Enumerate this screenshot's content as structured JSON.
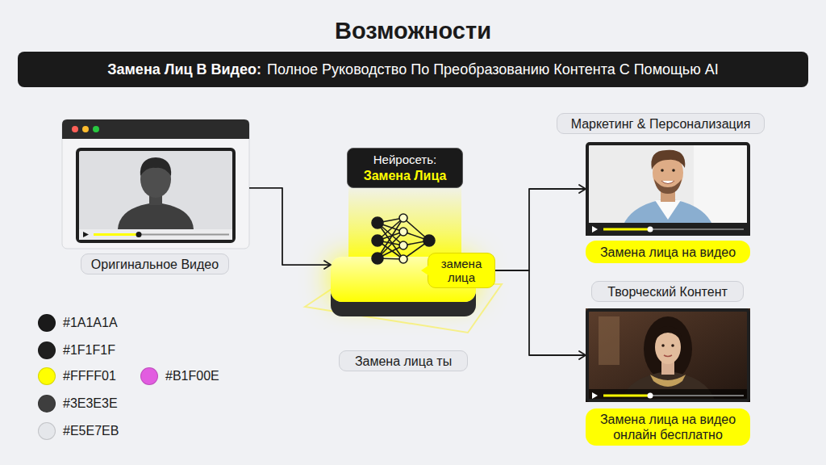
{
  "diagram": {
    "title": "Возможности",
    "nodes": [
      {
        "text": [
          "Замена Лиц В Видео:",
          "Полное Руководство По Преобразованию Контента С Помощью AI"
        ]
      },
      {
        "text": [
          "Оригинальное Видео"
        ]
      },
      {
        "text": [
          "Нейросеть:",
          "Замена Лица"
        ]
      },
      {
        "text": [
          "Замена лица ты"
        ]
      },
      {
        "text": [
          "замена лица"
        ]
      },
      {
        "text": [
          "Маркетинг & Персонализация",
          "Замена лица на видео"
        ]
      },
      {
        "text": [
          "Творческий Контент",
          "Замена лица на видео онлайн бесплатно"
        ]
      }
    ],
    "edges": [
      {
        "from": 1,
        "to": 3,
        "arrow": "to"
      },
      {
        "from": 4,
        "to": 5,
        "arrow": "to"
      },
      {
        "from": 4,
        "to": 6,
        "arrow": "to"
      }
    ],
    "legend": [
      {
        "text": "#1A1A1A",
        "color": "#1A1A1A"
      },
      {
        "text": "#1F1F1F",
        "color": "#1F1F1F"
      },
      {
        "text": "#FFFF01",
        "color": "#FFFF01"
      },
      {
        "text": "#B1F00E",
        "color": "#E25CE0"
      },
      {
        "text": "#3E3E3E",
        "color": "#3E3E3E"
      },
      {
        "text": "#E5E7EB",
        "color": "#E5E7EB"
      }
    ]
  }
}
